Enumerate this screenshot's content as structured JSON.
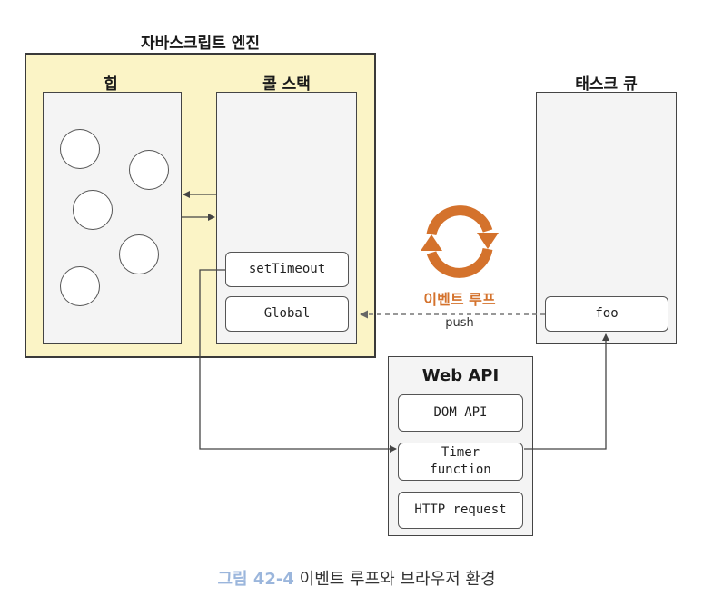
{
  "engine": {
    "title": "자바스크립트 엔진"
  },
  "heap": {
    "title": "힙"
  },
  "call_stack": {
    "title": "콜 스택",
    "frames": [
      "setTimeout",
      "Global"
    ]
  },
  "task_queue": {
    "title": "태스크 큐",
    "items": [
      "foo"
    ]
  },
  "web_api": {
    "title": "Web API",
    "items": [
      "DOM API",
      "Timer\nfunction",
      "HTTP request"
    ]
  },
  "event_loop": {
    "label": "이벤트 루프",
    "push_label": "push"
  },
  "caption": {
    "figure": "그림 42-4",
    "text": "이벤트 루프와 브라우저 환경"
  },
  "colors": {
    "engine_bg": "#fbf4c6",
    "loop": "#d4722c",
    "caption_fig": "#9bb6dc"
  }
}
